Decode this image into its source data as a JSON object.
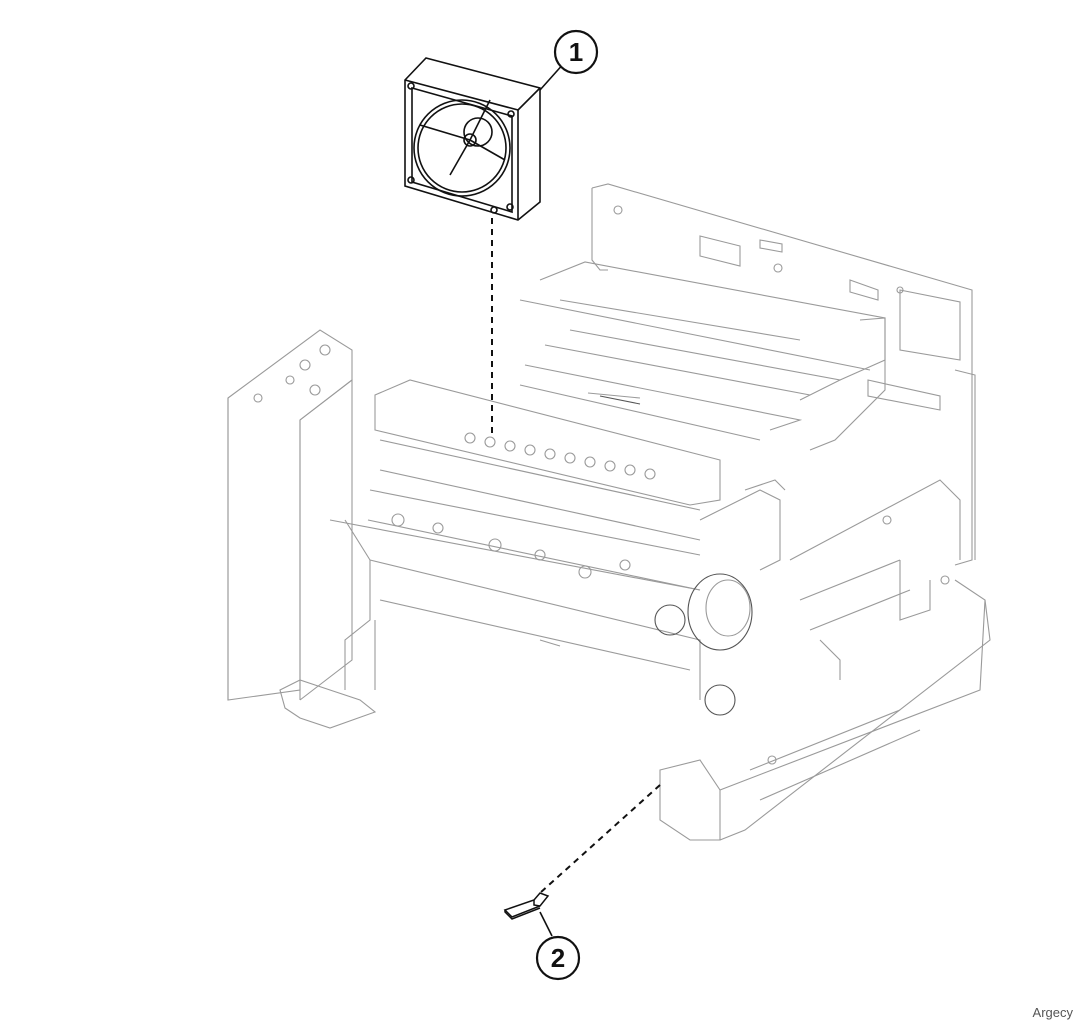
{
  "callouts": [
    {
      "number": "1",
      "part": "fan"
    },
    {
      "number": "2",
      "part": "bracket"
    }
  ],
  "watermark": "Argecy",
  "colors": {
    "line_dark": "#111111",
    "line_light": "#9a9a9a",
    "background": "#ffffff"
  }
}
